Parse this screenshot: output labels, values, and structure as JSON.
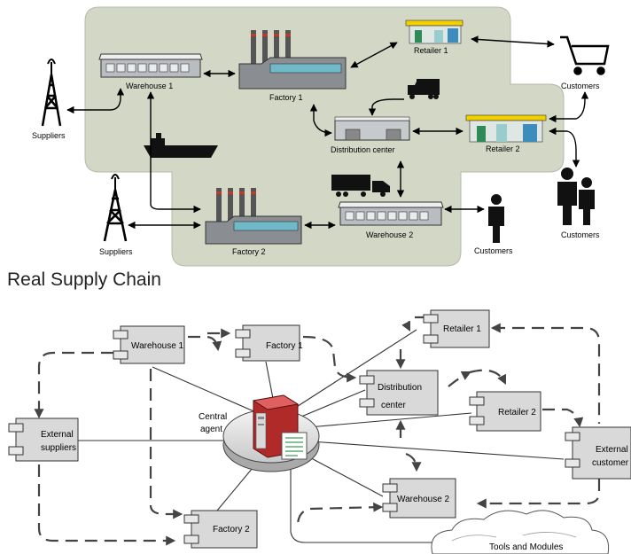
{
  "real_chain": {
    "warehouse1": "Warehouse 1",
    "factory1": "Factory 1",
    "retailer1": "Retailer 1",
    "customers_top": "Customers",
    "suppliers_top": "Suppliers",
    "distribution_center": "Distribution center",
    "retailer2": "Retailer 2",
    "suppliers_bottom": "Suppliers",
    "factory2": "Factory 2",
    "warehouse2": "Warehouse 2",
    "customers_mid": "Customers",
    "customers_right": "Customers"
  },
  "section_title": "Real Supply Chain",
  "agent_chain": {
    "warehouse1": "Warehouse 1",
    "factory1": "Factory 1",
    "retailer1": "Retailer 1",
    "distribution_line1": "Distribution",
    "distribution_line2": "center",
    "retailer2": "Retailer 2",
    "central_line1": "Central",
    "central_line2": "agent",
    "external_suppliers_line1": "External",
    "external_suppliers_line2": "suppliers",
    "external_customer_line1": "External",
    "external_customer_line2": "customer",
    "warehouse2": "Warehouse 2",
    "factory2": "Factory 2",
    "tools": "Tools and Modules"
  }
}
